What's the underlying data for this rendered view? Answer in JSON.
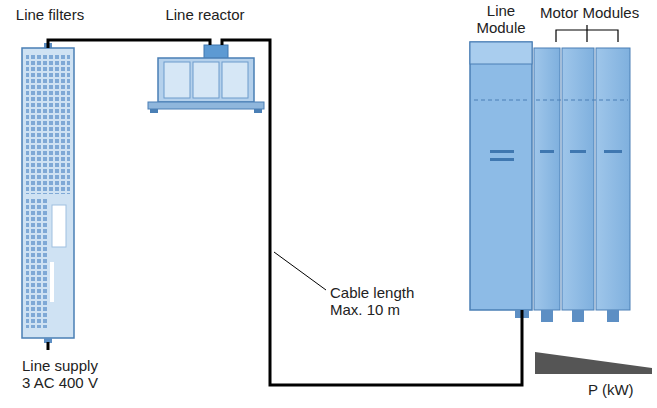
{
  "diagram": {
    "nodes": [
      {
        "text": [
          "Line filters"
        ]
      },
      {
        "text": [
          "Line reactor"
        ]
      },
      {
        "text": [
          "Line Module"
        ]
      }
    ],
    "edges": [
      {
        "from": 0,
        "to": 1,
        "arrow": "none"
      },
      {
        "from": 1,
        "to": 2,
        "arrow": "none"
      }
    ],
    "labels": [
      "Motor Modules",
      "Cable length Max. 10 m",
      "Line supply 3 AC 400 V",
      "P (kW)"
    ]
  }
}
